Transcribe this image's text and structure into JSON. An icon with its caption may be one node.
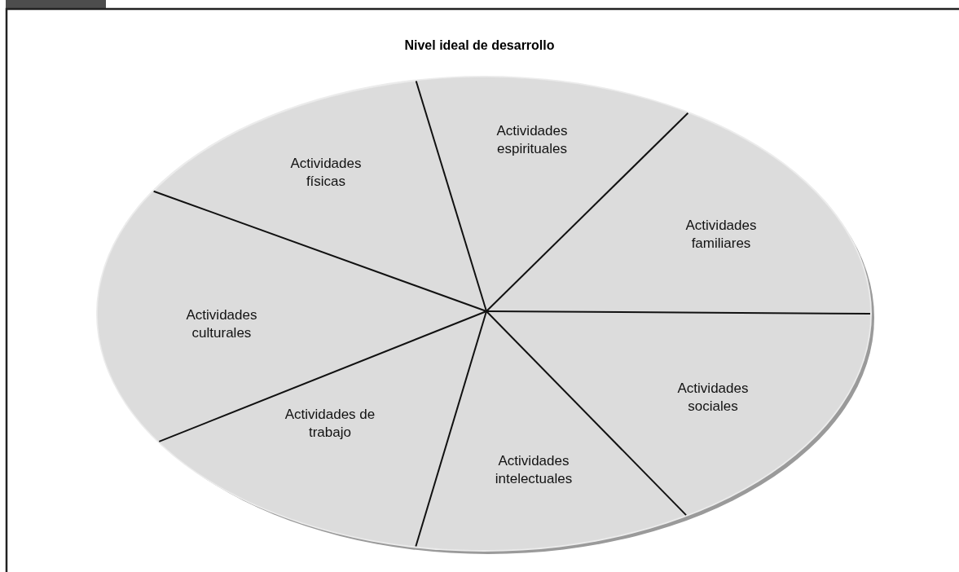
{
  "diagram": {
    "title": "Nivel ideal de desarrollo",
    "nodes": [
      {
        "text": [
          "Actividades espirituales"
        ]
      },
      {
        "text": [
          "Actividades físicas"
        ]
      },
      {
        "text": [
          "Actividades familiares"
        ]
      },
      {
        "text": [
          "Actividades culturales"
        ]
      },
      {
        "text": [
          "Actividades sociales"
        ]
      },
      {
        "text": [
          "Actividades de trabajo"
        ]
      },
      {
        "text": [
          "Actividades intelectuales"
        ]
      }
    ]
  }
}
